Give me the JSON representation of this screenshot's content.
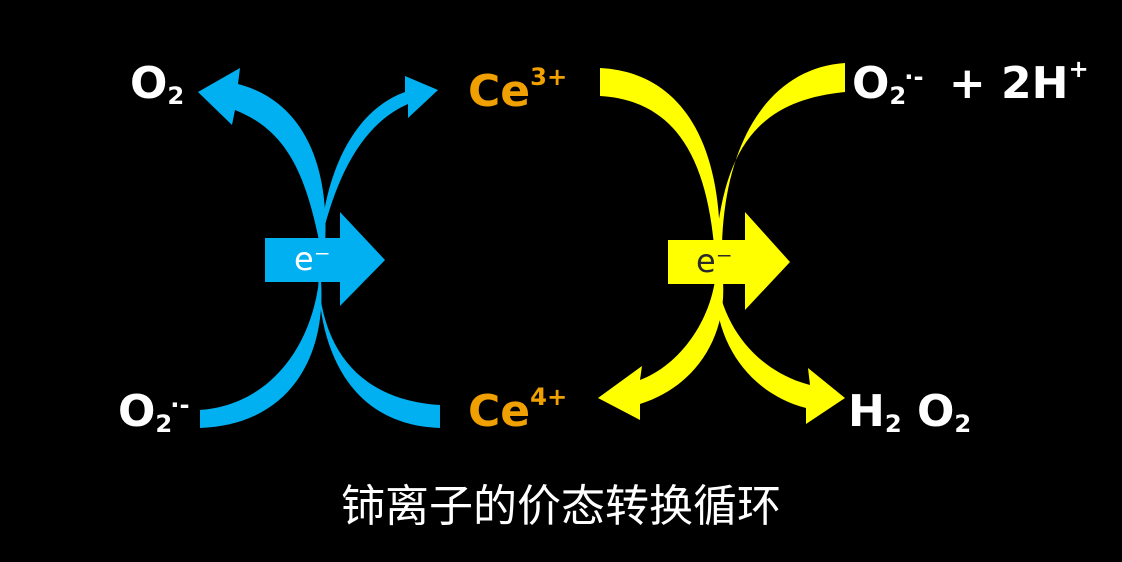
{
  "colors": {
    "background": "#000000",
    "blue_arrow": "#00b0f0",
    "yellow_arrow": "#ffff00",
    "orange_text": "#f0a000",
    "white_text": "#ffffff",
    "e_left_text": "#ffffff",
    "e_right_text": "#2a2a2a"
  },
  "labels": {
    "o2_top_left": {
      "main": "O",
      "sub": "2"
    },
    "o2_superoxide_bottom_left": {
      "main": "O",
      "sub": "2",
      "sup": "·-"
    },
    "ce3": {
      "main": "Ce",
      "sup": "3+"
    },
    "ce4": {
      "main": "Ce",
      "sup": "4+"
    },
    "o2_superoxide_top_right": {
      "main": "O",
      "sub": "2",
      "sup": "·-"
    },
    "plus": "+ 2H",
    "h_sup": "+",
    "h2o2": {
      "h": "H",
      "h_sub": "2",
      "o": "O",
      "o_sub": "2"
    }
  },
  "electron_left": "e⁻",
  "electron_right": "e⁻",
  "caption": "铈离子的价态转换循环"
}
